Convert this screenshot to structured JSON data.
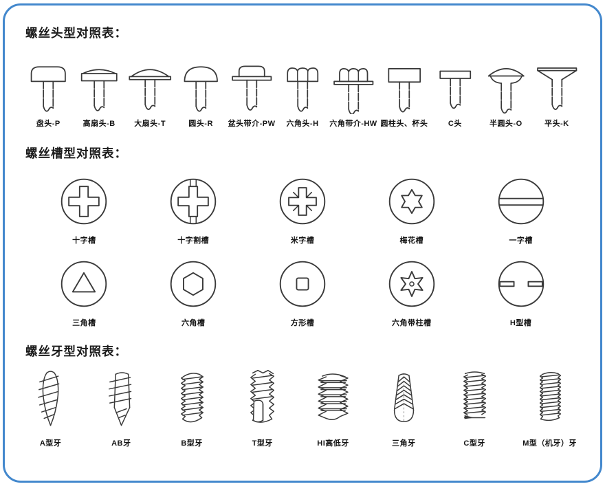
{
  "style": {
    "accent_border": "#4388cd",
    "line_art": "#3a3a3a",
    "background": "#ffffff",
    "label_color": "#141414"
  },
  "sections": [
    {
      "id": "heads",
      "title": "螺丝头型对照表：",
      "items": [
        {
          "label": "盘头-P",
          "icon": "pan-head-icon"
        },
        {
          "label": "高扇头-B",
          "icon": "binding-head-icon"
        },
        {
          "label": "大扇头-T",
          "icon": "truss-head-icon"
        },
        {
          "label": "圆头-R",
          "icon": "round-head-icon"
        },
        {
          "label": "盆头带介-PW",
          "icon": "pan-washer-head-icon"
        },
        {
          "label": "六角头-H",
          "icon": "hex-head-icon"
        },
        {
          "label": "六角带介-HW",
          "icon": "hex-washer-head-icon"
        },
        {
          "label": "圆柱头、杯头",
          "icon": "cylinder-head-icon"
        },
        {
          "label": "C头",
          "icon": "c-head-icon"
        },
        {
          "label": "半圆头-O",
          "icon": "half-round-head-icon"
        },
        {
          "label": "平头-K",
          "icon": "flat-head-icon"
        }
      ]
    },
    {
      "id": "slots",
      "title": "螺丝槽型对照表：",
      "items": [
        {
          "label": "十字槽",
          "icon": "phillips-slot-icon"
        },
        {
          "label": "十字割槽",
          "icon": "cross-cut-slot-icon"
        },
        {
          "label": "米字槽",
          "icon": "pozi-slot-icon"
        },
        {
          "label": "梅花槽",
          "icon": "torx-slot-icon"
        },
        {
          "label": "一字槽",
          "icon": "slotted-slot-icon"
        },
        {
          "label": "三角槽",
          "icon": "triangle-slot-icon"
        },
        {
          "label": "六角槽",
          "icon": "hex-socket-slot-icon"
        },
        {
          "label": "方形槽",
          "icon": "square-slot-icon"
        },
        {
          "label": "六角带柱槽",
          "icon": "torx-pin-slot-icon"
        },
        {
          "label": "H型槽",
          "icon": "h-slot-icon"
        }
      ]
    },
    {
      "id": "threads",
      "title": "螺丝牙型对照表：",
      "items": [
        {
          "label": "A型牙",
          "icon": "a-thread-icon"
        },
        {
          "label": "AB牙",
          "icon": "ab-thread-icon"
        },
        {
          "label": "B型牙",
          "icon": "b-thread-icon"
        },
        {
          "label": "T型牙",
          "icon": "t-thread-icon"
        },
        {
          "label": "HI高低牙",
          "icon": "hi-thread-icon"
        },
        {
          "label": "三角牙",
          "icon": "tri-thread-icon"
        },
        {
          "label": "C型牙",
          "icon": "c-thread-icon"
        },
        {
          "label": "M型（机牙）牙",
          "icon": "m-thread-icon"
        }
      ]
    }
  ]
}
